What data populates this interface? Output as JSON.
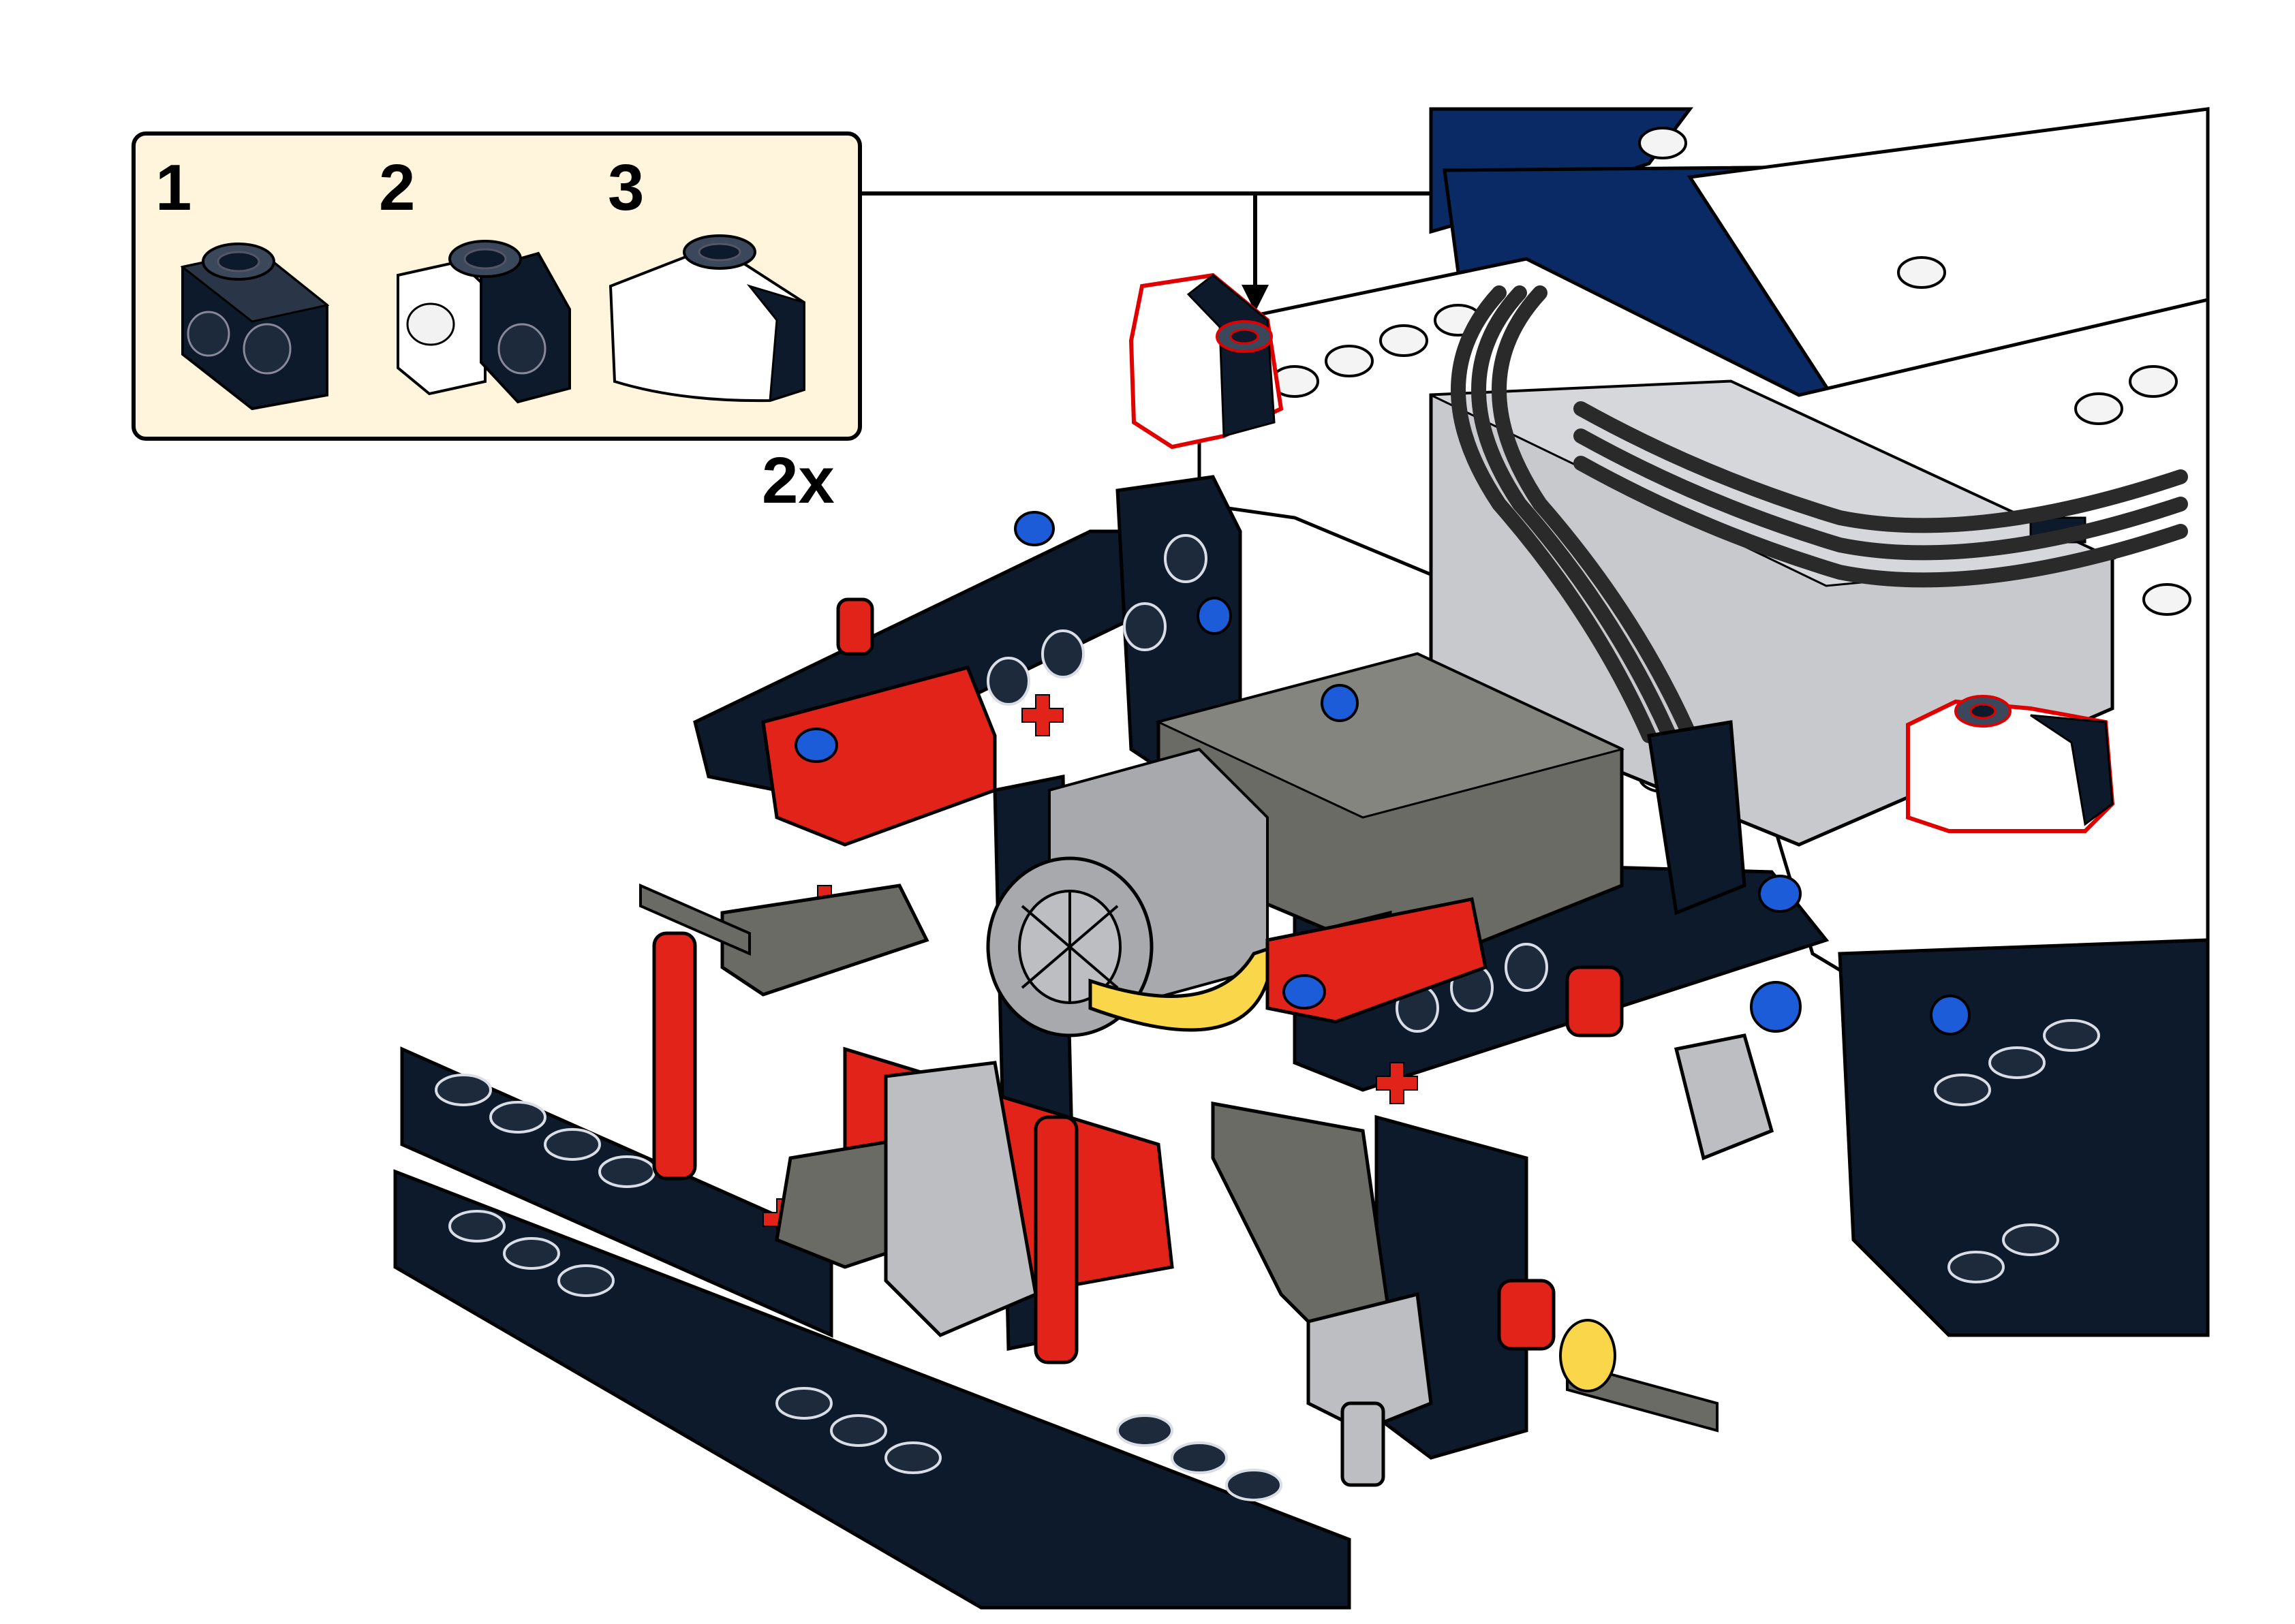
{
  "submodel": {
    "step_numbers": [
      "1",
      "2",
      "3"
    ],
    "multiplier": "2x",
    "background_color": "#fff4dc",
    "border_color": "#000000"
  },
  "model": {
    "callout_highlight_color": "#e00000",
    "colors": {
      "black_beam": "#0d1a2b",
      "white_beam": "#ffffff",
      "dark_blue_panel": "#0a2a66",
      "light_gray": "#a8a9ad",
      "dark_gray": "#6b6b66",
      "red_part": "#e2231a",
      "blue_pin": "#1c5cd8",
      "yellow_hose": "#f9d64a",
      "cable": "#2a2a2a"
    },
    "icons": [
      "axle-icon",
      "pin-icon",
      "cross-hole-icon"
    ]
  }
}
